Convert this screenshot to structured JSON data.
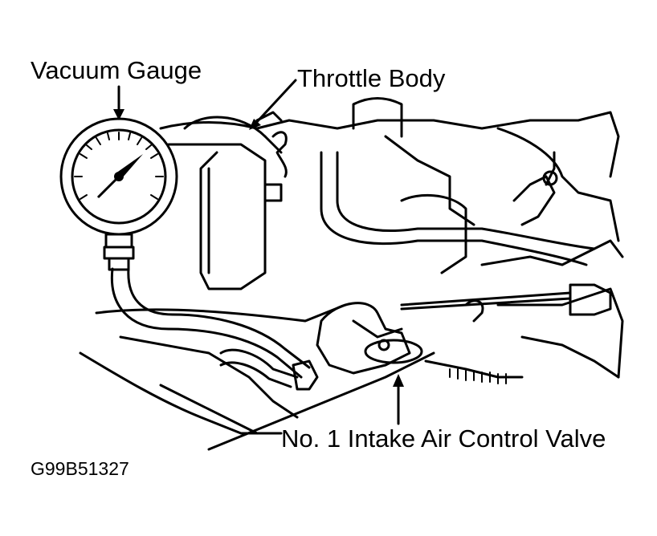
{
  "labels": {
    "vacuum_gauge": "Vacuum Gauge",
    "throttle_body": "Throttle Body",
    "intake_valve": "No. 1 Intake Air Control Valve",
    "figure_code": "G99B51327"
  },
  "colors": {
    "ink": "#000000",
    "paper": "#ffffff"
  }
}
